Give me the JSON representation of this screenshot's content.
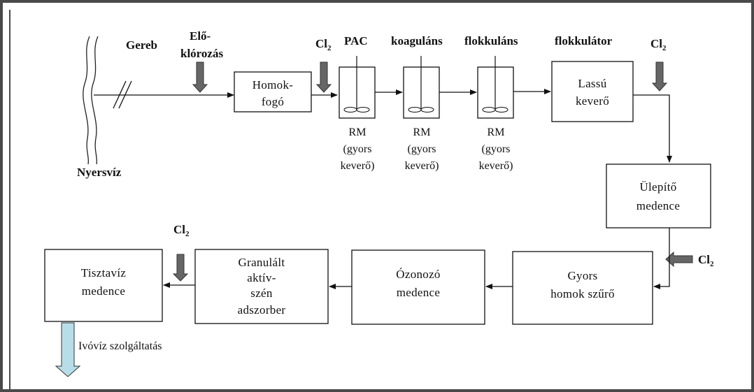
{
  "river": {
    "label": "Nyersvíz"
  },
  "gereb": {
    "label": "Gereb"
  },
  "pre_chlorination": {
    "line1": "Elő-",
    "line2": "klórozás"
  },
  "cl2": {
    "symbol": "Cl",
    "subscript": "2"
  },
  "chemicals": {
    "pac": "PAC",
    "coagulant": "koaguláns",
    "flocculant": "flokkuláns",
    "flocculator": "flokkulátor"
  },
  "sand_trap": {
    "line1": "Homok-",
    "line2": "fogó"
  },
  "rapid_mixer": {
    "abbr": "RM",
    "note1": "(gyors",
    "note2": "keverő)"
  },
  "slow_mixer": {
    "line1": "Lassú",
    "line2": "keverő"
  },
  "settling_basin": {
    "line1": "Ülepítő",
    "line2": "medence"
  },
  "rapid_sand_filter": {
    "line1": "Gyors",
    "line2": "homok szűrő"
  },
  "ozonation_basin": {
    "line1": "Ózonozó",
    "line2": "medence"
  },
  "gac_adsorber": {
    "line1": "Granulált",
    "line2": "aktív-",
    "line3": "szén",
    "line4": "adszorber"
  },
  "clean_water_basin": {
    "line1": "Tisztavíz",
    "line2": "medence"
  },
  "service": {
    "label": "Ivóvíz szolgáltatás"
  },
  "colors": {
    "chlorine_arrow": "#666666",
    "service_arrow": "#b7dde8",
    "border": "#4a4a4a"
  }
}
